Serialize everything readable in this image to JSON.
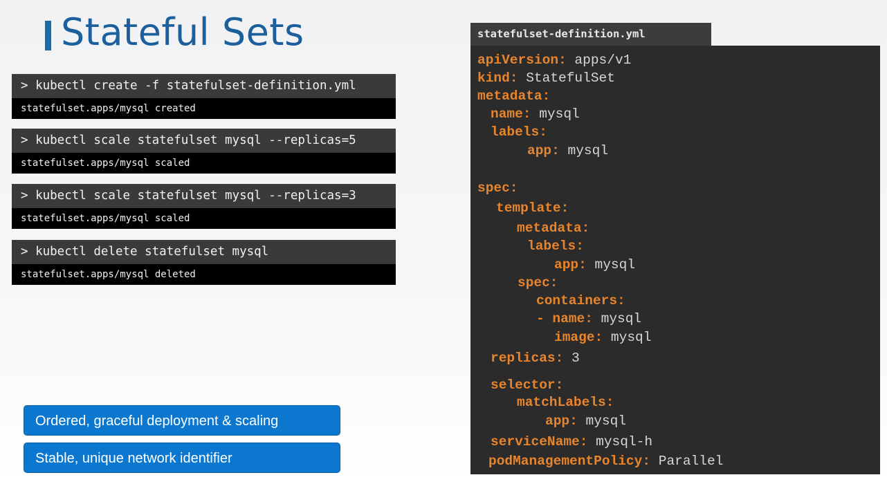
{
  "title": "Stateful Sets",
  "terminals": [
    {
      "command": "> kubectl create -f statefulset-definition.yml",
      "output": "statefulset.apps/mysql created"
    },
    {
      "command": "> kubectl scale statefulset mysql --replicas=5",
      "output": "statefulset.apps/mysql scaled"
    },
    {
      "command": "> kubectl scale statefulset mysql --replicas=3",
      "output": "statefulset.apps/mysql scaled"
    },
    {
      "command": "> kubectl delete statefulset mysql",
      "output": "statefulset.apps/mysql deleted"
    }
  ],
  "features": [
    "Ordered, graceful deployment & scaling",
    "Stable, unique network identifier"
  ],
  "file": {
    "name": "statefulset-definition.yml",
    "lines": [
      {
        "key": "apiVersion:",
        "value": " apps/v1"
      },
      {
        "key": "kind:",
        "value": " StatefulSet"
      },
      {
        "key": "metadata:",
        "value": ""
      },
      {
        "key": "name:",
        "value": " mysql"
      },
      {
        "key": "labels:",
        "value": ""
      },
      {
        "key": "app:",
        "value": " mysql"
      },
      {
        "key": "spec:",
        "value": ""
      },
      {
        "key": "template:",
        "value": ""
      },
      {
        "key": "metadata:",
        "value": ""
      },
      {
        "key": "labels:",
        "value": ""
      },
      {
        "key": "app:",
        "value": " mysql"
      },
      {
        "key": "spec:",
        "value": ""
      },
      {
        "key": "containers:",
        "value": ""
      },
      {
        "key": "- name:",
        "value": " mysql"
      },
      {
        "key": "image:",
        "value": " mysql"
      },
      {
        "key": "replicas:",
        "value": " 3"
      },
      {
        "key": "selector:",
        "value": ""
      },
      {
        "key": "matchLabels:",
        "value": ""
      },
      {
        "key": "app:",
        "value": " mysql"
      },
      {
        "key": "serviceName:",
        "value": " mysql-h"
      },
      {
        "key": "podManagementPolicy:",
        "value": " Parallel"
      }
    ]
  },
  "colors": {
    "title": "#1b5f9c",
    "key": "#e8852c",
    "feature_bg": "#0b77cf"
  }
}
